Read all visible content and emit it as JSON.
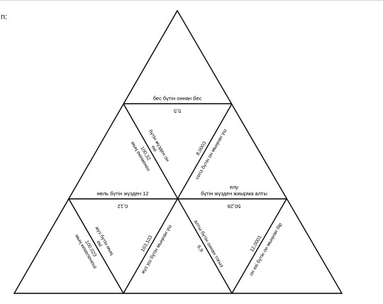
{
  "page": {
    "corner_label": "n:"
  },
  "puzzle": {
    "labels": {
      "e1_outer": "бес бүтін оннан бес",
      "e1_inner": "5,5",
      "e2_outer_a": "бүтін жүзден он",
      "e2_outer_b": "екі",
      "e2_inner_a": "100,32",
      "e2_inner_b": "мың екеменен",
      "e3_outer": "сегіз бүтін он мыңнан үш",
      "e3_inner": "8,0003",
      "e4_outer": "нөль бүтін жүзден 12",
      "e4_inner": "0,12",
      "e5_outer_a": "елу",
      "e5_outer_b": "бүтін жүзден жиырма алты",
      "e5_inner": "50,26",
      "e6_outer_a": "жүз бүтін мың",
      "e6_outer_b": "екі",
      "e6_inner_a": "100,023",
      "e6_inner_b": "мың кемеленеші",
      "e7_outer": "жүз үш бүтін мыңнан үш",
      "e7_inner": "103,103",
      "e8_outer": "алты бүтін оннан тоғыз",
      "e8_inner": "6,9",
      "e9_outer": "он екі бүтін он мыңнан бір",
      "e9_inner": "12,0001"
    }
  }
}
